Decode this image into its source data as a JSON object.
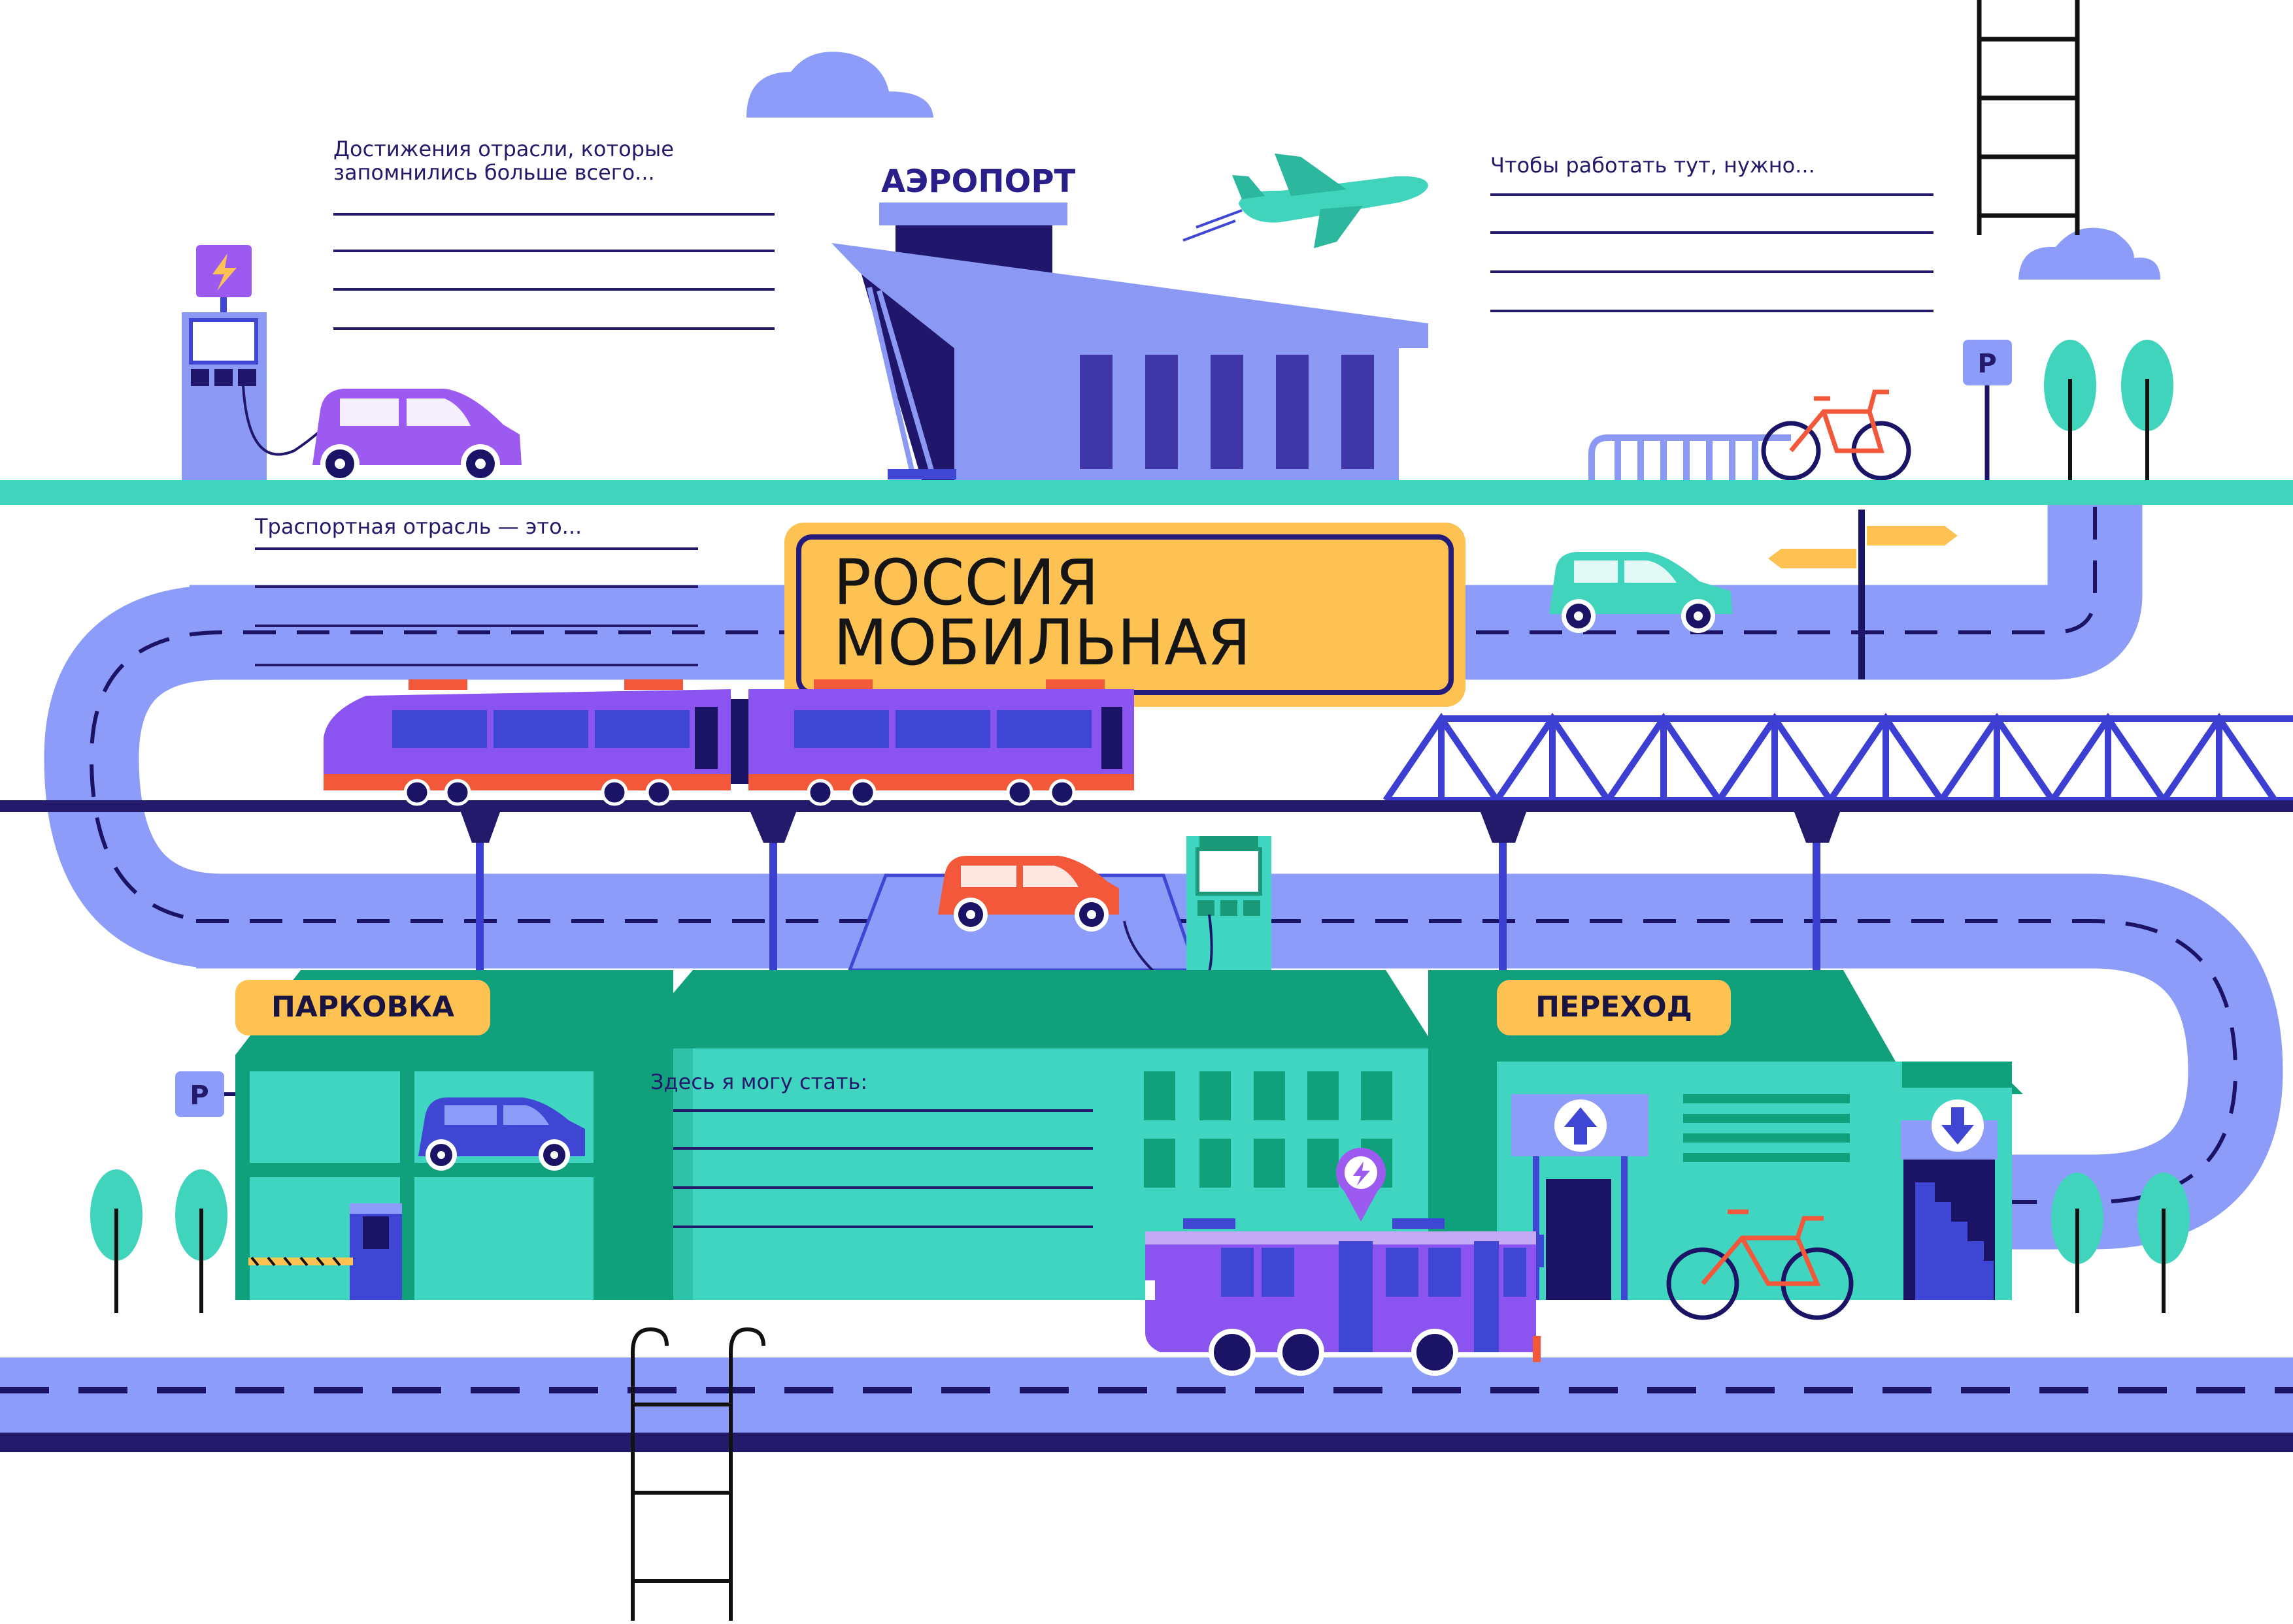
{
  "title": {
    "line1": "РОССИЯ",
    "line2": "МОБИЛЬНАЯ"
  },
  "airport": {
    "label": "АЭРОПОРТ"
  },
  "notes": {
    "achievements": "Достижения отрасли, которые запомнились больше всего...",
    "requirements": "Чтобы работать тут, нужно...",
    "industry": "Траспортная отрасль —    это...",
    "become": "Здесь я могу стать:"
  },
  "badges": {
    "parking": "ПАРКОВКА",
    "crossing": "ПЕРЕХОД"
  },
  "parking_signs": {
    "top": "P",
    "left": "P"
  },
  "colors": {
    "road": "#8d9cf8",
    "road_dash": "#1b1466",
    "grass_line": "#3fd4bb",
    "building_dark": "#10a07c",
    "building_light": "#40d5c0",
    "sign_fill": "#fdc252",
    "sign_border": "#251b7a",
    "train": "#8b54f0",
    "car_purple": "#9d5af0",
    "car_red": "#f4583a",
    "car_teal": "#3fd4bb",
    "car_blue": "#3f46d4",
    "bridge": "#3c3fd1",
    "airport": "#8b99f5",
    "airport_dark": "#20176d"
  }
}
